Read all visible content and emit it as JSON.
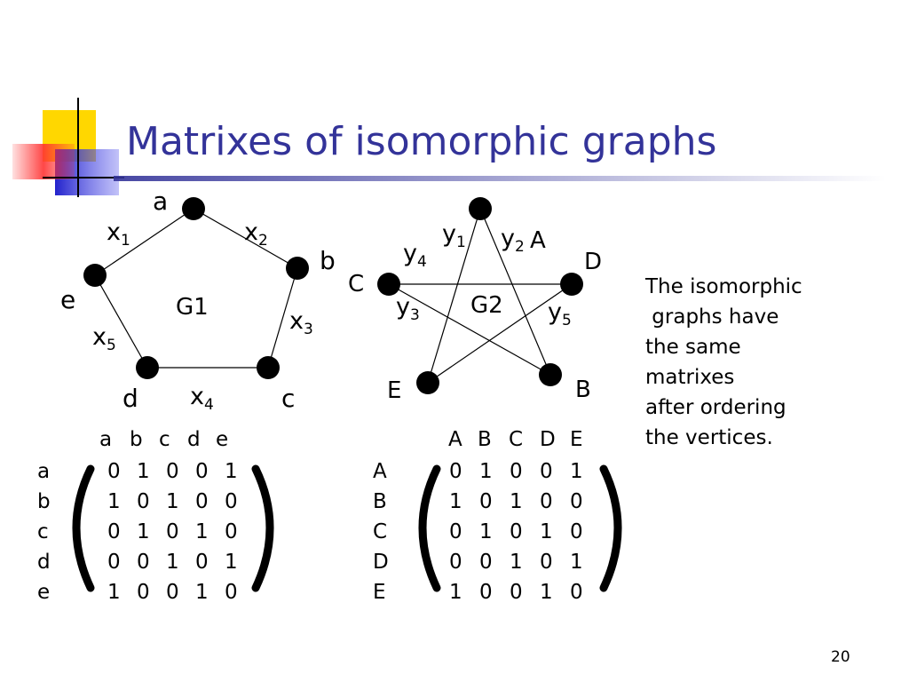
{
  "title": "Matrixes of isomorphic graphs",
  "slide_number": "20",
  "colors": {
    "title": "#333399",
    "deco_yellow": "#FFD700",
    "deco_red": "#FF4444",
    "deco_blue": "#3333CC"
  },
  "g1": {
    "label": "G1",
    "vertices": [
      "a",
      "b",
      "c",
      "d",
      "e"
    ],
    "edges": [
      {
        "name": "x",
        "sub": "1"
      },
      {
        "name": "x",
        "sub": "2"
      },
      {
        "name": "x",
        "sub": "3"
      },
      {
        "name": "x",
        "sub": "4"
      },
      {
        "name": "x",
        "sub": "5"
      }
    ]
  },
  "g2": {
    "label": "G2",
    "vertices": [
      "A",
      "B",
      "C",
      "D",
      "E"
    ],
    "edges": [
      {
        "name": "y",
        "sub": "1"
      },
      {
        "name": "y",
        "sub": "2"
      },
      {
        "name": "y",
        "sub": "3"
      },
      {
        "name": "y",
        "sub": "4"
      },
      {
        "name": "y",
        "sub": "5"
      }
    ]
  },
  "matrix1": {
    "col_headers": [
      "a",
      "b",
      "c",
      "d",
      "e"
    ],
    "row_headers": [
      "a",
      "b",
      "c",
      "d",
      "e"
    ],
    "rows": [
      [
        "0",
        "1",
        "0",
        "0",
        "1"
      ],
      [
        "1",
        "0",
        "1",
        "0",
        "0"
      ],
      [
        "0",
        "1",
        "0",
        "1",
        "0"
      ],
      [
        "0",
        "0",
        "1",
        "0",
        "1"
      ],
      [
        "1",
        "0",
        "0",
        "1",
        "0"
      ]
    ]
  },
  "matrix2": {
    "col_headers": [
      "A",
      "B",
      "C",
      "D",
      "E"
    ],
    "row_headers": [
      "A",
      "B",
      "C",
      "D",
      "E"
    ],
    "rows": [
      [
        "0",
        "1",
        "0",
        "0",
        "1"
      ],
      [
        "1",
        "0",
        "1",
        "0",
        "0"
      ],
      [
        "0",
        "1",
        "0",
        "1",
        "0"
      ],
      [
        "0",
        "0",
        "1",
        "0",
        "1"
      ],
      [
        "1",
        "0",
        "0",
        "1",
        "0"
      ]
    ]
  },
  "note": {
    "lines": [
      "The isomorphic",
      " graphs have",
      "the same",
      "matrixes",
      "after ordering",
      "the vertices."
    ]
  }
}
